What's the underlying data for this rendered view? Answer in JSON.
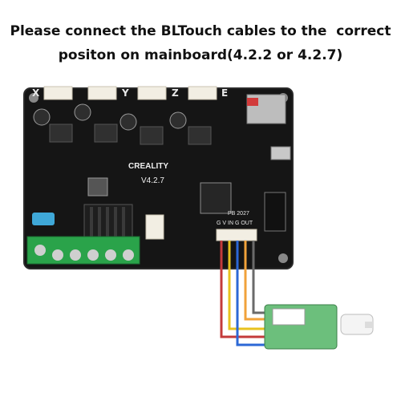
{
  "caption": {
    "line1": "Please connect the BLTouch cables to the  correct",
    "line2": "positon on mainboard(4.2.2 or 4.2.7)"
  },
  "board": {
    "axis_labels": [
      "X",
      "Y",
      "Z",
      "E"
    ],
    "brand": "CREALITY",
    "version": "V4.2.7",
    "port_label": "PB 2027",
    "pin_labels": "G V IN G OUT",
    "cable_colors": [
      "#c43a3a",
      "#e8c21e",
      "#2c68d6",
      "#f1a23a",
      "#6a6a6a"
    ]
  }
}
